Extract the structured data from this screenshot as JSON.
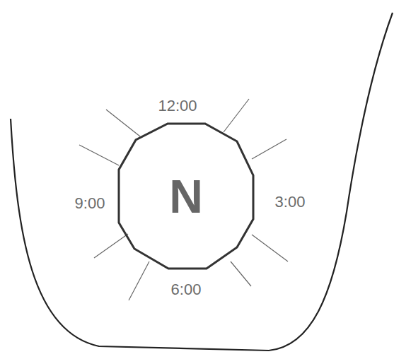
{
  "diagram": {
    "nodes": [
      {
        "text": [
          "N"
        ]
      }
    ],
    "labels": [
      "12:00",
      "9:00",
      "3:00",
      "6:00"
    ]
  }
}
